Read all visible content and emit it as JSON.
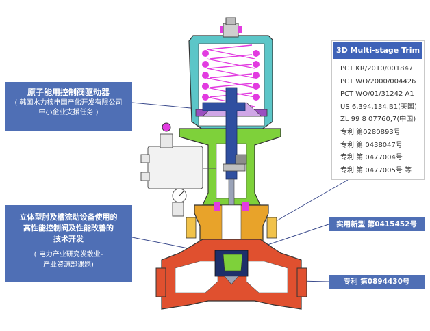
{
  "actuator_box": {
    "title": "原子能用控制阀驱动器",
    "subtitle_line1": "( 韩国水力核电国产化开发有限公司",
    "subtitle_line2": "中小企业支援任务 )"
  },
  "tech_box": {
    "title_line1": "立体型肘及槽流动设备使用的",
    "title_line2": "高性能控制阀及性能改善的",
    "title_line3": "技术开发",
    "subtitle_line1": "( 电力产业研究发散业-",
    "subtitle_line2": "产业资源部课题)"
  },
  "patent_panel": {
    "header": "3D Multi-stage Trim",
    "items": [
      "PCT KR/2010/001847",
      "PCT WO/2000/004426",
      "PCT WO/01/31242 A1",
      "US 6,394,134,B1(美国)",
      "ZL 99 8 07760,7(中国)",
      "专利 第0280893号",
      "专利 第 0438047号",
      "专利 第 0477004号",
      "专利 第 0477005号 等"
    ]
  },
  "utility_box": {
    "label": "实用新型 第0415452号"
  },
  "patent_box": {
    "label": "专利 第0894430号"
  },
  "colors": {
    "label_box": "#4f6fb5",
    "panel_header": "#3f63b8",
    "body_red": "#e0502f",
    "actuator_cyan": "#5cc6c8",
    "spring_magenta": "#e23be0",
    "yoke_green": "#7ed13a",
    "stem_blue": "#2f4fa0",
    "bonnet_orange": "#e8a32a",
    "diaphragm_purple": "#9a4fc0"
  }
}
